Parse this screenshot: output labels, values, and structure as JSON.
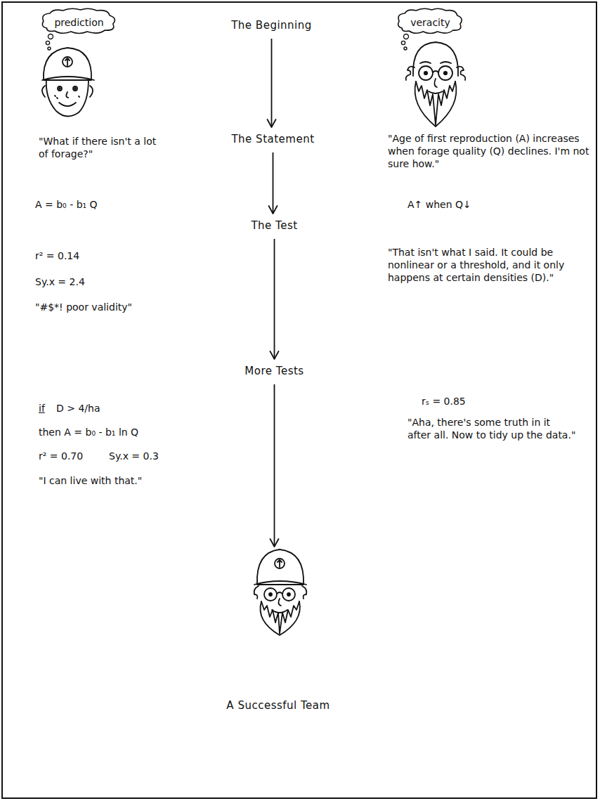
{
  "diagram": {
    "nodes": [
      {
        "text": [
          "prediction"
        ]
      },
      {
        "text": [
          "veracity"
        ]
      },
      {
        "text": [
          "The Beginning"
        ]
      },
      {
        "text": [
          "The Statement"
        ]
      },
      {
        "text": [
          "The Test"
        ]
      },
      {
        "text": [
          "More Tests"
        ]
      },
      {
        "text": [
          "A Successful Team"
        ]
      }
    ],
    "edges": [
      {
        "from": 2,
        "to": 3,
        "arrow": "to"
      },
      {
        "from": 3,
        "to": 4,
        "arrow": "to"
      },
      {
        "from": 4,
        "to": 5,
        "arrow": "to"
      },
      {
        "from": 5,
        "to": 6,
        "arrow": "to"
      }
    ],
    "labels": [
      "\"What if there isn't a lot of forage?\"",
      "\"Age of first reproduction (A) increases when forage quality (Q) declines. I'm not sure how.\"",
      "A = b₀ - b₁ Q",
      "A↑ when Q↓",
      "r² = 0.14",
      "Sy.x = 2.4",
      "\"#$*! poor validity\"",
      "\"That isn't what I said. It could be nonlinear or a threshold, and it only happens at certain densities (D).\"",
      "if",
      "D > 4/ha",
      "then A = b₀ - b₁ ln Q",
      "r² = 0.70",
      "Sy.x = 0.3",
      "\"I can live with that.\"",
      "rₛ = 0.85",
      "\"Aha, there's some truth in it after all. Now to tidy up the data.\""
    ]
  }
}
